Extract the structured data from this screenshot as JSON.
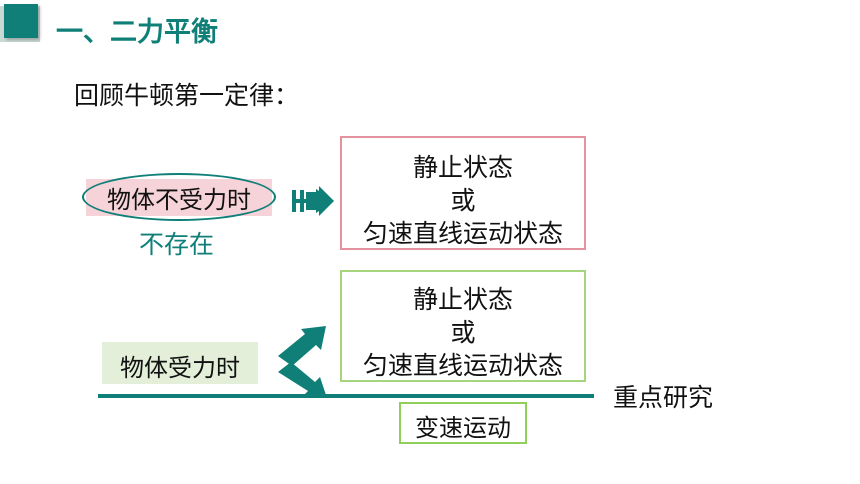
{
  "title": "一、二力平衡",
  "subtitle": "回顾牛顿第一定律：",
  "no_force": {
    "label": "物体不受力时",
    "note": "不存在"
  },
  "state_box_1": {
    "line1": "静止状态",
    "line2": "或",
    "line3": "匀速直线运动状态"
  },
  "with_force": {
    "label": "物体受力时"
  },
  "state_box_2": {
    "line1": "静止状态",
    "line2": "或",
    "line3": "匀速直线运动状态"
  },
  "focus_label": "重点研究",
  "variable_motion": "变速运动",
  "colors": {
    "teal": "#0f7f78",
    "pink_fill": "#f6d3d9",
    "pink_border": "#e3929e",
    "green_fill": "#e3efd9",
    "green_border": "#a7d57e"
  },
  "icons": [
    "block-arrow-right-icon",
    "chevron-arrow-icon"
  ]
}
